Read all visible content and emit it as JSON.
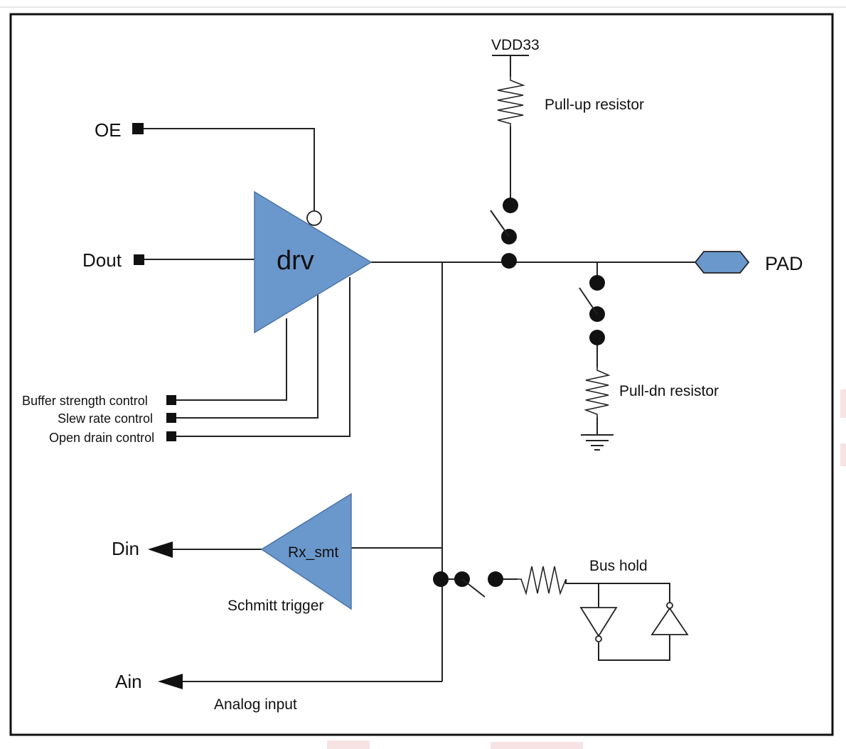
{
  "colors": {
    "accent_fill": "#6b98cc",
    "accent_stroke": "#4a74a8",
    "line": "#222222",
    "frame": "#111111",
    "text": "#111111",
    "watermark": "#f7e3e3"
  },
  "labels": {
    "oe": "OE",
    "dout": "Dout",
    "drv": "drv",
    "vdd": "VDD33",
    "pull_up": "Pull-up resistor",
    "pad": "PAD",
    "pull_dn": "Pull-dn resistor",
    "buffer_strength": "Buffer strength control",
    "slew_rate": "Slew rate control",
    "open_drain": "Open drain control",
    "din": "Din",
    "rx_smt": "Rx_smt",
    "schmitt": "Schmitt trigger",
    "bus_hold": "Bus hold",
    "ain": "Ain",
    "analog_input": "Analog input"
  },
  "icons": {
    "driver": "triangle-buffer-icon",
    "receiver": "triangle-buffer-icon",
    "pad": "hexagon-pad-icon",
    "resistor": "zigzag-resistor-icon",
    "ground": "ground-icon",
    "switch": "switch-icon",
    "inverter": "inverter-icon"
  }
}
